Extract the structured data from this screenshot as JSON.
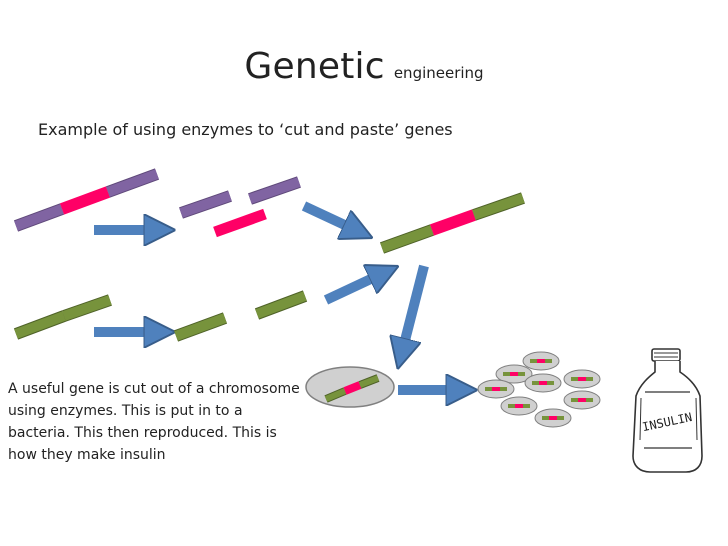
{
  "title": {
    "main": "Genetic",
    "sub": "engineering"
  },
  "subtitle": "Example of using enzymes to ‘cut and paste’ genes",
  "caption": "A useful gene is cut out of a chromosome using enzymes. This is put in to a bacteria. This then reproduced. This is how they make insulin",
  "bottle": {
    "label": "INSULIN"
  },
  "colors": {
    "chromosome_purple": "#8064a2",
    "gene_pink": "#ff0066",
    "plasmid_green": "#77933c",
    "arrow_blue": "#4f81bd",
    "bacterium_gray": "#d0d0d0"
  }
}
